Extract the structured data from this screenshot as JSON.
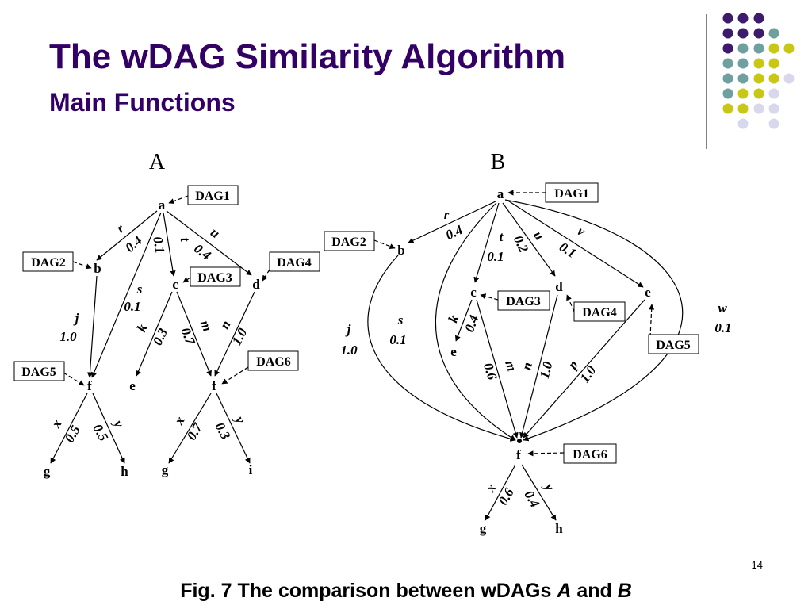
{
  "slide": {
    "title": "The wDAG Similarity Algorithm",
    "subtitle": "Main Functions",
    "page_number": "14",
    "caption": {
      "prefix": "Fig. 7 The comparison between wDAGs ",
      "a": "A",
      "mid": " and ",
      "b": "B"
    },
    "colors": {
      "title": "#330066",
      "dot_purple": "#3d1a6e",
      "dot_teal": "#6fa0a0",
      "dot_yellow": "#c8c814",
      "dot_lavender": "#d8d8ec",
      "rule": "#808080"
    }
  },
  "dag_a": {
    "label": "A",
    "nodes": {
      "a": "a",
      "b": "b",
      "c": "c",
      "d": "d",
      "e": "e",
      "f1": "f",
      "f2": "f",
      "g1": "g",
      "h": "h",
      "g2": "g",
      "i": "i"
    },
    "edges": [
      {
        "from": "a",
        "to": "b",
        "label": "r",
        "weight": "0.4"
      },
      {
        "from": "a",
        "to": "f",
        "label": "s",
        "weight": "0.1"
      },
      {
        "from": "a",
        "to": "c",
        "label": "t",
        "weight": "0.1"
      },
      {
        "from": "a",
        "to": "d",
        "label": "u",
        "weight": "0.4"
      },
      {
        "from": "b",
        "to": "f",
        "label": "j",
        "weight": "1.0"
      },
      {
        "from": "c",
        "to": "e",
        "label": "k",
        "weight": "0.3"
      },
      {
        "from": "c",
        "to": "f",
        "label": "m",
        "weight": "0.7"
      },
      {
        "from": "d",
        "to": "f",
        "label": "n",
        "weight": "1.0"
      },
      {
        "from": "f",
        "to": "g",
        "label": "x",
        "weight": "0.5"
      },
      {
        "from": "f",
        "to": "h",
        "label": "y",
        "weight": "0.5"
      },
      {
        "from": "f",
        "to": "g",
        "label": "x",
        "weight": "0.7"
      },
      {
        "from": "f",
        "to": "i",
        "label": "y",
        "weight": "0.3"
      }
    ],
    "callouts": [
      "DAG1",
      "DAG2",
      "DAG3",
      "DAG4",
      "DAG5",
      "DAG6"
    ]
  },
  "dag_b": {
    "label": "B",
    "nodes": {
      "a": "a",
      "b": "b",
      "c": "c",
      "d": "d",
      "e1": "e",
      "e2": "e",
      "f": "f",
      "g": "g",
      "h": "h"
    },
    "edges": [
      {
        "from": "a",
        "to": "b",
        "label": "r",
        "weight": "0.4"
      },
      {
        "from": "a",
        "to": "c",
        "label": "t",
        "weight": "0.1"
      },
      {
        "from": "a",
        "to": "d",
        "label": "u",
        "weight": "0.2"
      },
      {
        "from": "a",
        "to": "e",
        "label": "v",
        "weight": "0.1"
      },
      {
        "from": "a",
        "to": "f",
        "label": "s",
        "weight": "0.1"
      },
      {
        "from": "a",
        "to": "f",
        "label": "w",
        "weight": "0.1"
      },
      {
        "from": "b",
        "to": "f",
        "label": "j",
        "weight": "1.0"
      },
      {
        "from": "c",
        "to": "e",
        "label": "k",
        "weight": "0.4"
      },
      {
        "from": "c",
        "to": "f",
        "label": "m",
        "weight": "0.6"
      },
      {
        "from": "d",
        "to": "f",
        "label": "n",
        "weight": "1.0"
      },
      {
        "from": "e",
        "to": "f",
        "label": "p",
        "weight": "1.0"
      },
      {
        "from": "f",
        "to": "g",
        "label": "x",
        "weight": "0.6"
      },
      {
        "from": "f",
        "to": "h",
        "label": "y",
        "weight": "0.4"
      }
    ],
    "callouts": [
      "DAG1",
      "DAG2",
      "DAG3",
      "DAG4",
      "DAG5",
      "DAG6"
    ]
  }
}
